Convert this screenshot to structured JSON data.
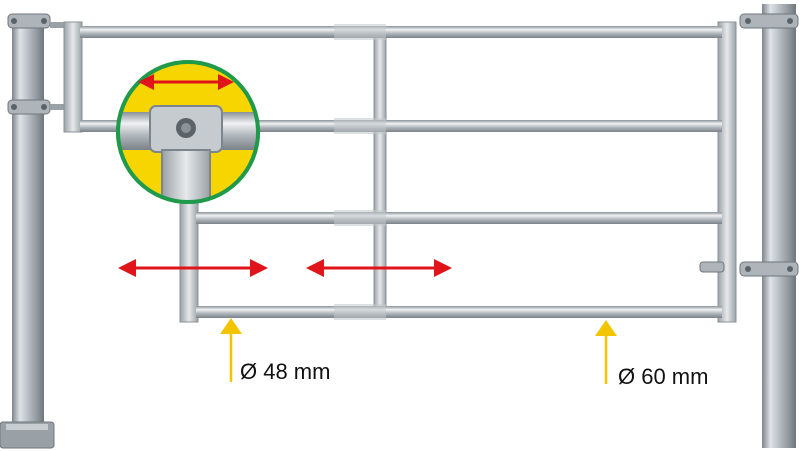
{
  "labels": {
    "small_diameter": "Ø 48 mm",
    "large_diameter": "Ø 60 mm"
  },
  "colors": {
    "arrow_red": "#e0151b",
    "arrow_yellow": "#f2c500",
    "inset_yellow": "#f6d500",
    "inset_ring": "#1f9a4a",
    "steel_light": "#e9ecee",
    "steel_mid": "#b9bfc4",
    "steel_dark": "#7d858c"
  },
  "icons": {
    "extend_arrow": "double-headed-arrow",
    "measure_arrow": "up-arrow",
    "detail_inset": "zoom-circle"
  }
}
